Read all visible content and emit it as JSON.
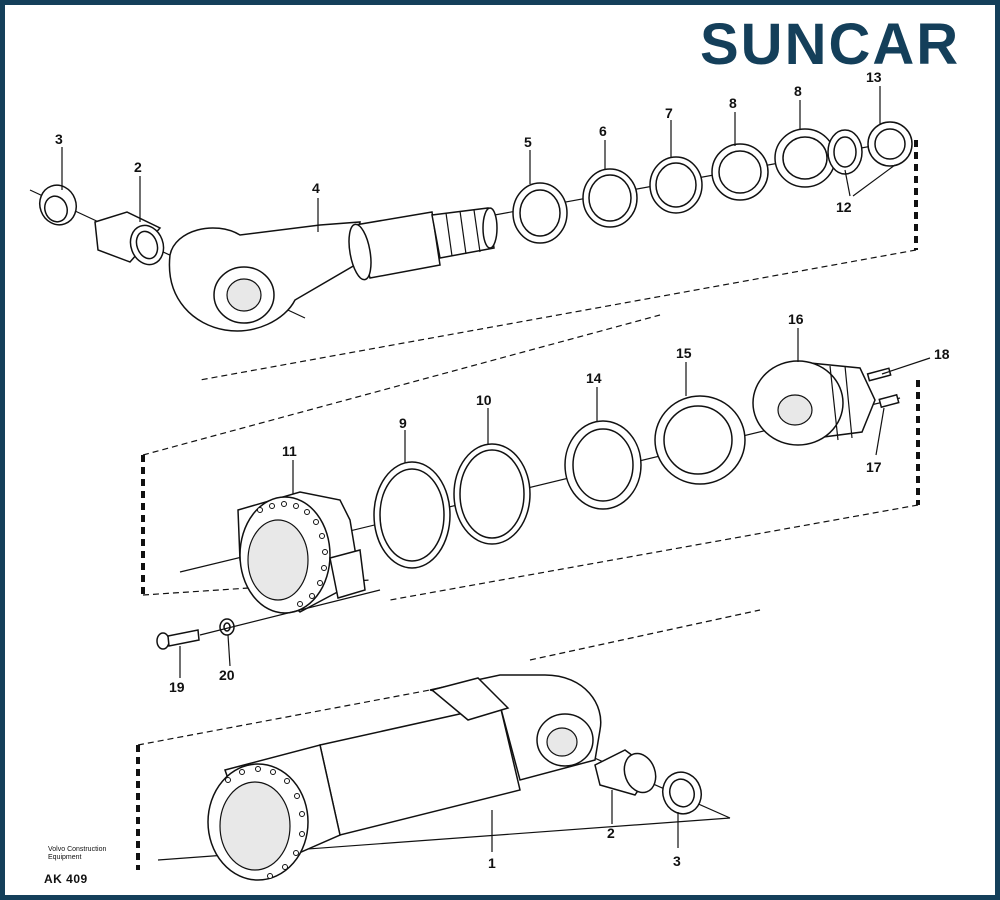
{
  "brand": {
    "text": "SUNCAR",
    "color": "#143f5a"
  },
  "frame_color": "#143f5a",
  "footer": {
    "line1": "Volvo Construction",
    "line2": "Equipment",
    "code": "AK 409"
  },
  "callouts": {
    "p1": "1",
    "p2a": "2",
    "p2b": "2",
    "p3a": "3",
    "p3b": "3",
    "p4": "4",
    "p5": "5",
    "p6": "6",
    "p7": "7",
    "p8a": "8",
    "p8b": "8",
    "p9": "9",
    "p10": "10",
    "p11": "11",
    "p12": "12",
    "p13": "13",
    "p14": "14",
    "p15": "15",
    "p16": "16",
    "p17": "17",
    "p18": "18",
    "p19": "19",
    "p20": "20"
  }
}
